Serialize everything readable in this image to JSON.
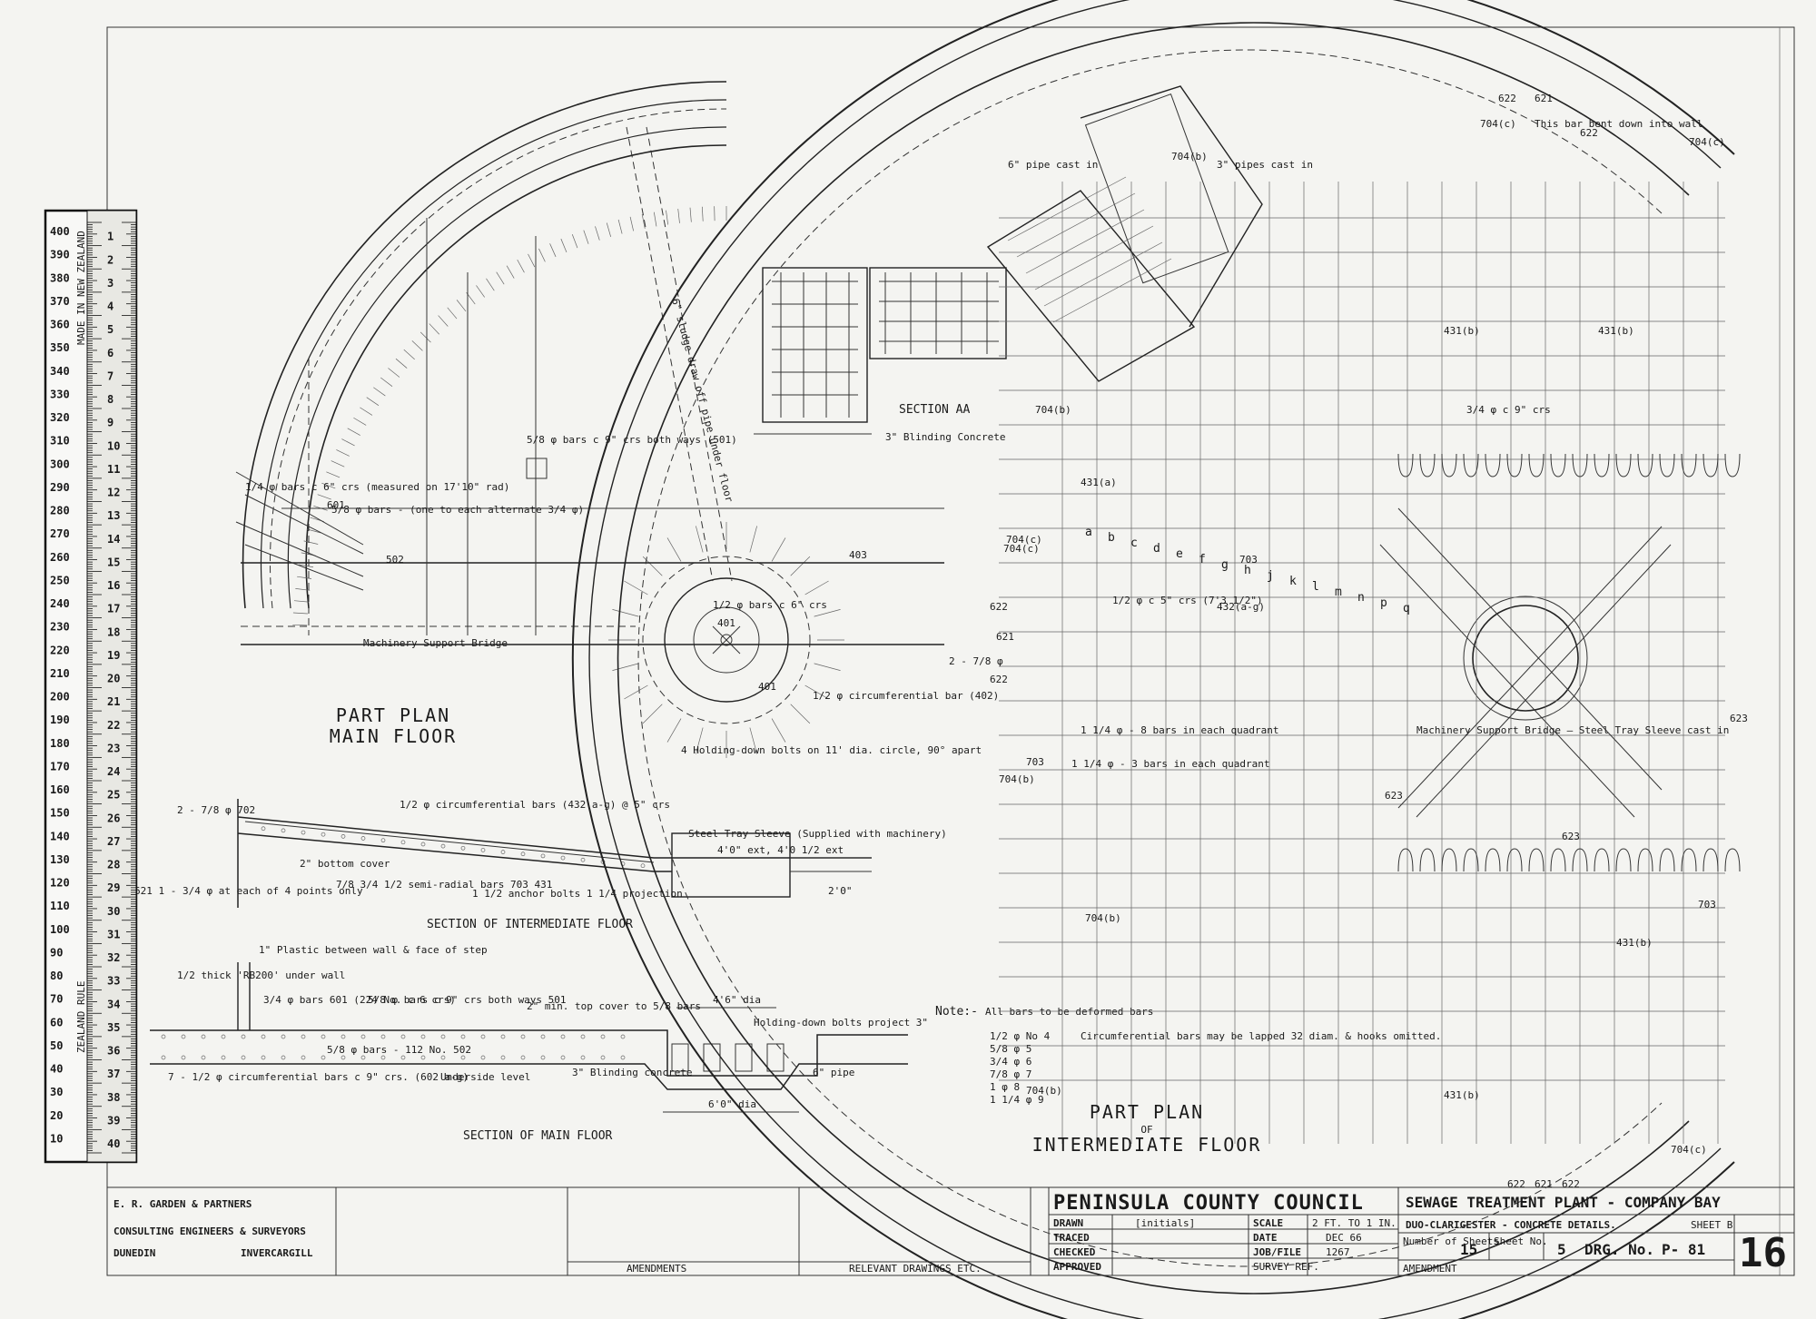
{
  "plan_left": {
    "title_line1": "PART PLAN",
    "title_line2": "MAIN FLOOR",
    "labels": {
      "machinery_bridge": "Machinery Support Bridge",
      "bars_501": "5/8 φ bars c 9\" crs both ways (501)",
      "bars_measured": "1/4 φ bars c 6\" crs (measured on 17'10\" rad)",
      "bar_601": "601",
      "bars_one_to_each": "5/8 φ bars - (one to each alternate 3/4 φ)",
      "ref_502": "502",
      "ref_403": "403",
      "ref_401": "401",
      "ref_401b": "401",
      "bars_6crs": "1/2 φ bars c 6\" crs",
      "circ_bar_402": "1/2 φ circumferential bar (402)",
      "holding_down": "4 Holding-down bolts on 11' dia. circle, 90° apart",
      "pipe_under_floor": "6\" sludge draw off pipe under floor"
    }
  },
  "section_aa": {
    "title": "SECTION AA",
    "blinding": "3\" Blinding Concrete"
  },
  "section_intermediate": {
    "title": "SECTION OF INTERMEDIATE FLOOR",
    "labels": {
      "ref_702": "2 - 7/8 φ 702",
      "ref_621": "621  1 - 3/4 φ at each of 4 points only",
      "bottom_cover": "2\" bottom cover",
      "circ_bars": "1/2 φ circumferential bars (432 a-g) @ 5\" crs",
      "semi_radial": "7/8 3/4 1/2 semi-radial bars  703 431",
      "anchor_bolts": "1 1/2 anchor bolts 1 1/4 projection",
      "tray_sleeve": "Steel Tray Sleeve (Supplied with machinery)",
      "dims": "4'0\" ext, 4'0 1/2 ext",
      "dim_2": "2'0\""
    }
  },
  "section_main": {
    "title": "SECTION OF MAIN FLOOR",
    "labels": {
      "plastic": "1\" Plastic between wall & face of step",
      "rb200": "1/2 thick 'RB200' under wall",
      "bars_601": "3/4 φ bars 601 (224 No. c 6 crs)",
      "bars_both_ways": "5/8 φ bars c 9\" crs both ways 501",
      "top_cover": "2\" min. top cover to 5/8 bars",
      "circ_602": "7 - 1/2 φ circumferential bars c 9\" crs. (602 a-g)",
      "bars_502": "5/8 φ bars - 112 No. 502",
      "underside": "Underside level",
      "blinding": "3\" Blinding concrete",
      "dia_4": "4'6\" dia",
      "dia_6": "6'0\" dia",
      "holding_down": "Holding-down bolts project 3\"",
      "pipe": "6\" pipe"
    }
  },
  "note": {
    "heading": "Note:-",
    "line1": "All bars to be deformed bars",
    "rows": [
      "1/2 φ  No 4",
      "5/8 φ  5",
      "3/4 φ  6",
      "7/8 φ  7",
      "1 φ  8",
      "1 1/4 φ  9"
    ],
    "circ_text": "Circumferential bars may be lapped 32 diam. & hooks omitted."
  },
  "plan_right": {
    "title_line1": "PART PLAN",
    "title_line2": "OF",
    "title_line3": "INTERMEDIATE FLOOR",
    "tags": [
      "704(c)",
      "622",
      "621",
      "622",
      "704(c)",
      "704(b)",
      "431(b)",
      "431(b)",
      "704(b)",
      "704(c)",
      "431(a)",
      "704(c)",
      "622",
      "621",
      "622",
      "704(b)",
      "704(b)",
      "704(b)",
      "704(c)",
      "622",
      "621",
      "622",
      "431(b)",
      "431(b)",
      "703",
      "623",
      "623",
      "623",
      "703",
      "703"
    ],
    "center_label": "Machinery Support Bridge — Steel Tray Sleeve cast in",
    "circ_label": "1/2 φ c 5\" crs (7'3 1/2\")",
    "ref_432": "432(a-g)",
    "quadrant_a": "1 1/4 φ - 8 bars in each quadrant",
    "quadrant_b": "1 1/4 φ - 3 bars in each quadrant",
    "bars_c6": "3/4 φ c 9\" crs",
    "letters": [
      "a",
      "b",
      "c",
      "d",
      "e",
      "f",
      "g",
      "h",
      "j",
      "k",
      "l",
      "m",
      "n",
      "p",
      "q"
    ],
    "pipes": "3\" pipes cast in",
    "pipe_6": "6\" pipe cast in",
    "bent_down": "This bar bent down into wall",
    "ref_2_78": "2 - 7/8 φ"
  },
  "ruler": {
    "mm_labels": [
      "400",
      "390",
      "380",
      "370",
      "360",
      "350",
      "340",
      "330",
      "320",
      "310",
      "300",
      "290",
      "280",
      "270",
      "260",
      "250",
      "240",
      "230",
      "220",
      "210",
      "200",
      "190",
      "180",
      "170",
      "160",
      "150",
      "140",
      "130",
      "120",
      "110",
      "100",
      "90",
      "80",
      "70",
      "60",
      "50",
      "40",
      "30",
      "20",
      "10"
    ],
    "cm_labels": [
      "1",
      "2",
      "3",
      "4",
      "5",
      "6",
      "7",
      "8",
      "9",
      "10",
      "11",
      "12",
      "13",
      "14",
      "15",
      "16",
      "17",
      "18",
      "19",
      "20",
      "21",
      "22",
      "23",
      "24",
      "25",
      "26",
      "27",
      "28",
      "29",
      "30",
      "31",
      "32",
      "33",
      "34",
      "35",
      "36",
      "37",
      "38",
      "39",
      "40"
    ],
    "brand_top": "MADE IN NEW ZEALAND",
    "brand_bottom": "ZEALAND RULE"
  },
  "title_block": {
    "firm_name": "E. R. GARDEN & PARTNERS",
    "firm_desc": "CONSULTING ENGINEERS & SURVEYORS",
    "city1": "DUNEDIN",
    "city2": "INVERCARGILL",
    "amendments": "AMENDMENTS",
    "relevant": "RELEVANT DRAWINGS ETC.",
    "council": "PENINSULA COUNTY COUNCIL",
    "project": "SEWAGE TREATMENT PLANT - COMPANY BAY",
    "subtitle": "DUO-CLARIGESTER - CONCRETE DETAILS.",
    "sheet_b": "SHEET B",
    "drawn": "DRAWN",
    "drawn_by": "[initials]",
    "traced": "TRACED",
    "checked": "CHECKED",
    "approved": "APPROVED",
    "scale_lbl": "SCALE",
    "scale_val": "2 FT. TO 1 IN.",
    "date_lbl": "DATE",
    "date_val": "DEC 66",
    "job_lbl": "JOB/FILE",
    "job_val": "1267",
    "survey_lbl": "SURVEY REF.",
    "num_sheets_lbl": "Number of Sheets",
    "num_sheets_val": "15",
    "sheet_no_lbl": "Sheet No.",
    "sheet_no_val": "5",
    "drg_lbl": "DRG. No.",
    "drg_val": "P- 81",
    "amend_lbl": "AMENDMENT",
    "big_num": "16"
  }
}
